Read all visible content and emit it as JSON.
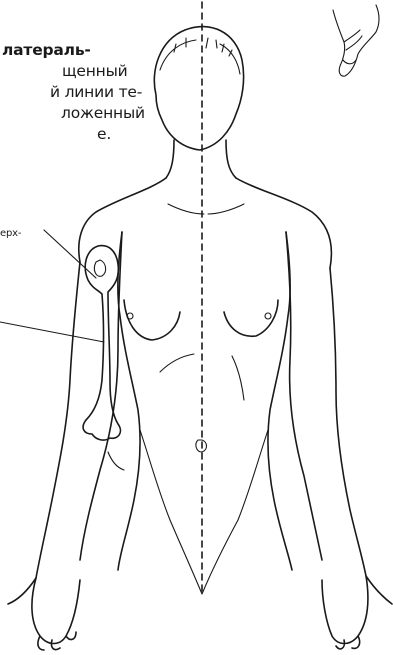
{
  "caption": {
    "line1_bold": "латераль-",
    "line2": "щенный",
    "line3": "й линии те-",
    "line4": "ложенный",
    "line5": "е."
  },
  "callouts": {
    "humerus_label": "ерх-"
  },
  "figure": {
    "line_color": "#1a1a1a",
    "background": "#ffffff",
    "subject": "female-torso-with-humerus",
    "features": [
      "head",
      "neck",
      "shoulders",
      "arms",
      "hands",
      "breasts",
      "navel",
      "midline",
      "humerus-bone",
      "small-hand-sketch"
    ]
  }
}
